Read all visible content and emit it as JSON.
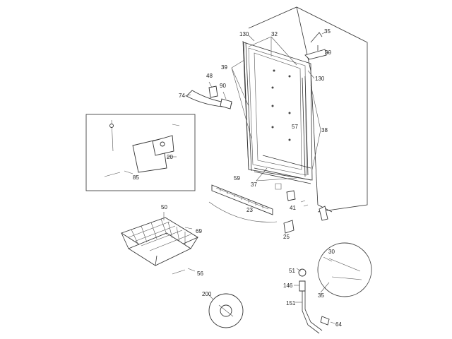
{
  "callouts": {
    "c130a": "130",
    "c32": "32",
    "c35a": "35",
    "c30a": "30",
    "c39": "39",
    "c130b": "130",
    "c48": "48",
    "c90": "90",
    "c74": "74",
    "c57": "57",
    "c38": "38",
    "c20": "20",
    "c85": "85",
    "c59": "59",
    "c37": "37",
    "c23": "23",
    "c41": "41",
    "c50": "50",
    "c69": "69",
    "c25": "25",
    "c30b": "30",
    "c56": "56",
    "c51": "51",
    "c146": "146",
    "c35b": "35",
    "c200": "200",
    "c151": "151",
    "c64": "64"
  }
}
